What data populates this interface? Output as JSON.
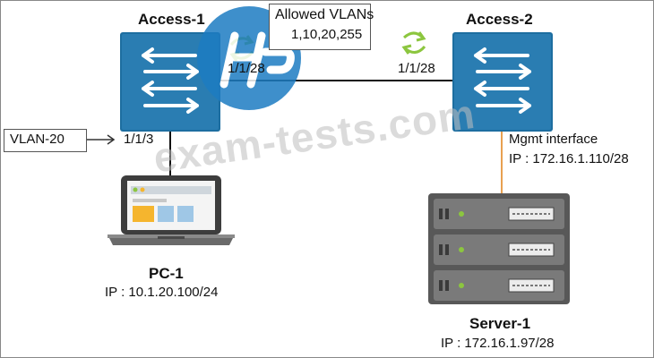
{
  "allowed_vlans": {
    "title": "Allowed VLANs",
    "list": "1,10,20,255"
  },
  "switches": [
    {
      "name": "Access-1",
      "uplink_port": "1/1/28",
      "access_port": "1/1/3"
    },
    {
      "name": "Access-2",
      "uplink_port": "1/1/28",
      "mgmt_label": "Mgmt interface",
      "mgmt_ip": "IP : 172.16.1.110/28"
    }
  ],
  "vlan_tag": "VLAN-20",
  "hosts": [
    {
      "name": "PC-1",
      "ip": "IP : 10.1.20.100/24"
    },
    {
      "name": "Server-1",
      "ip": "IP : 172.16.1.97/28"
    }
  ],
  "watermark": "exam-tests.com",
  "colors": {
    "switch_blue": "#2a7db2",
    "link": "#111111",
    "mgmt_link": "#e8a050",
    "sync_arrows": "#8cc63f"
  },
  "icons": [
    "access-1-switch-icon",
    "access-2-switch-icon",
    "laptop-icon",
    "server-icon",
    "sync-arrows-left-icon",
    "sync-arrows-right-icon",
    "hp-logo-watermark"
  ]
}
